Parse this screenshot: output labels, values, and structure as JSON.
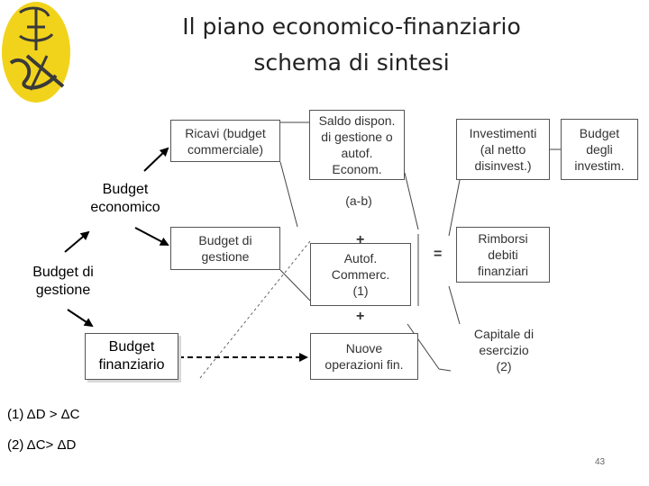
{
  "title_line1": "Il piano economico-finanziario",
  "title_line2": "schema di sintesi",
  "nodes": {
    "ricavi": "Ricavi (budget\ncommerciale)",
    "budget_economico": "Budget\neconomico",
    "budget_gestione_left": "Budget di\ngestione",
    "budget_gestione_mid": "Budget di\ngestione",
    "budget_finanziario": "Budget\nfinanziario",
    "saldo": "Saldo dispon.\ndi gestione o\nautof.\nEconom.",
    "a_b": "(a-b)",
    "autof_commerc": "Autof.\nCommerc.\n(1)",
    "nuove_operazioni": "Nuove\noperazioni fin.",
    "investimenti": "Investimenti\n(al netto\ndisinvest.)",
    "budget_investim": "Budget\ndegli\ninvestim.",
    "rimborsi": "Rimborsi\ndebiti\nfinanziari",
    "capitale": "Capitale di\nesercizio\n(2)"
  },
  "symbols": {
    "plus1": "+",
    "plus2": "+",
    "equals": "="
  },
  "notes": {
    "note1": "(1) ΔD > ΔC",
    "note2": "(2) ΔC> ΔD"
  },
  "page_number": "43",
  "colors": {
    "logo_fill": "#f2d31b",
    "logo_ink": "#3a3a3a",
    "border": "#555555"
  }
}
